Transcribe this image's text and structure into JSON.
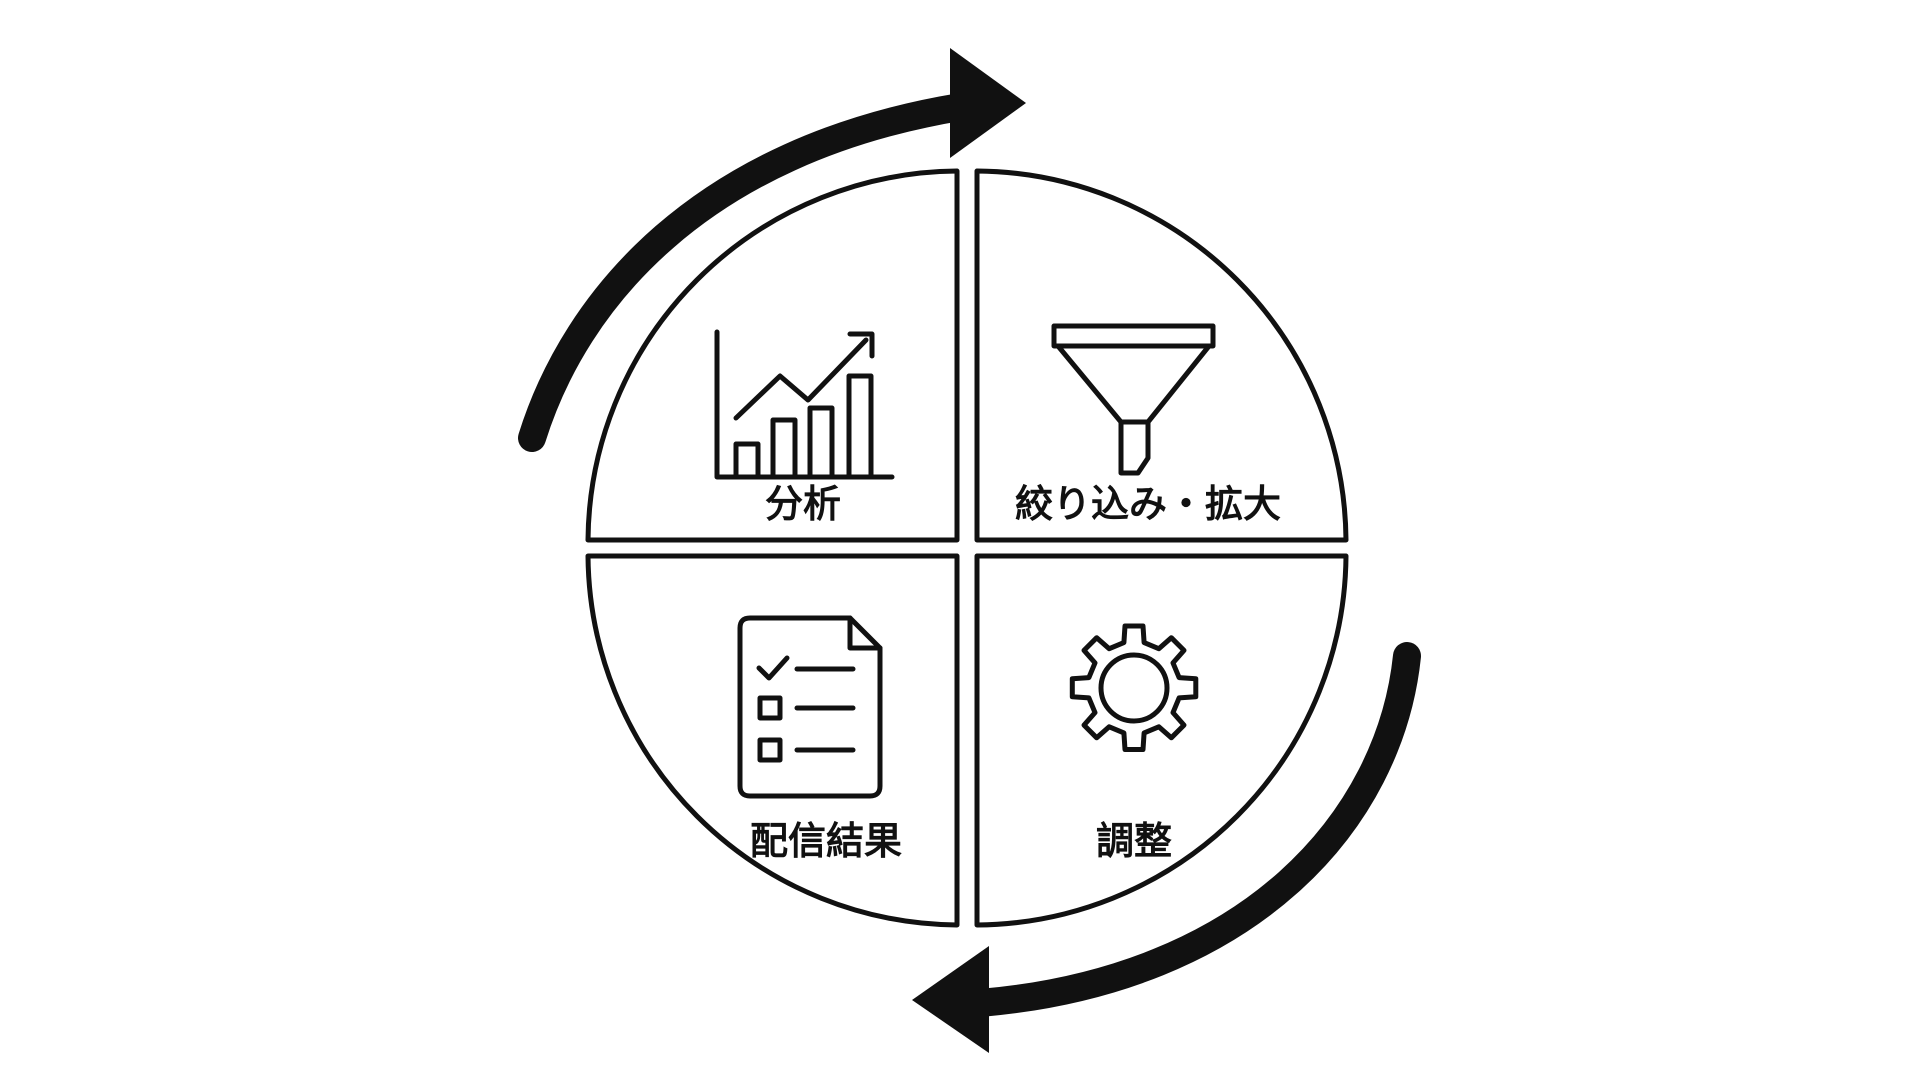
{
  "quadrants": [
    {
      "key": "top-left",
      "label": "分析",
      "icon": "bar-chart-rising-icon"
    },
    {
      "key": "top-right",
      "label": "絞り込み・拡大",
      "icon": "funnel-icon"
    },
    {
      "key": "bottom-right",
      "label": "調整",
      "icon": "gear-icon"
    },
    {
      "key": "bottom-left",
      "label": "配信結果",
      "icon": "checklist-document-icon"
    }
  ],
  "colors": {
    "stroke": "#111111",
    "background": "#ffffff"
  }
}
